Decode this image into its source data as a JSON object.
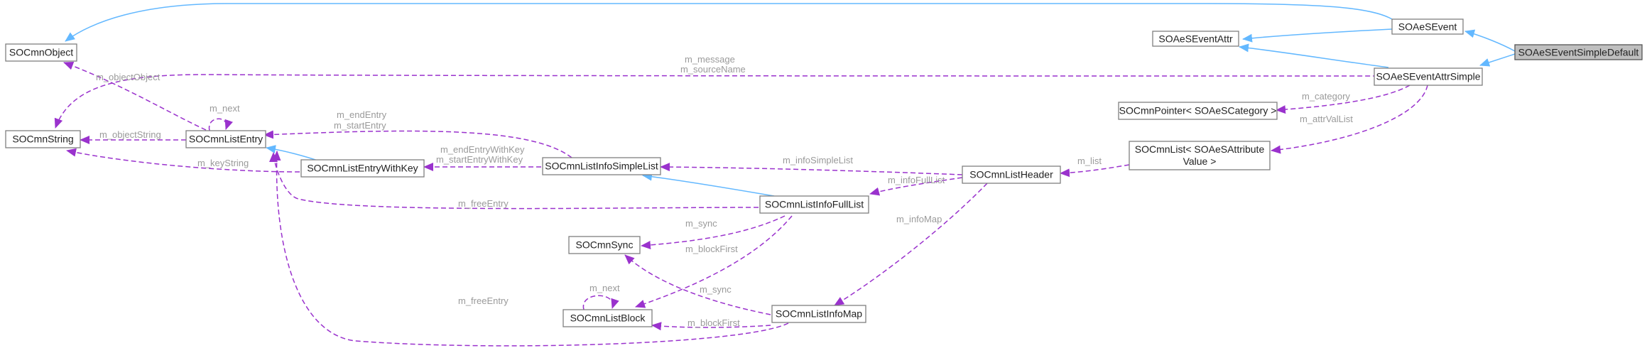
{
  "diagram": {
    "nodes": {
      "SOAeSEventSimpleDefault": "SOAeSEventSimpleDefault",
      "SOAeSEvent": "SOAeSEvent",
      "SOAeSEventAttr": "SOAeSEventAttr",
      "SOAeSEventAttrSimple": "SOAeSEventAttrSimple",
      "SOCmnObject": "SOCmnObject",
      "SOCmnString": "SOCmnString",
      "SOCmnListEntry": "SOCmnListEntry",
      "SOCmnListEntryWithKey": "SOCmnListEntryWithKey",
      "SOCmnListInfoSimpleList": "SOCmnListInfoSimpleList",
      "SOCmnListInfoFullList": "SOCmnListInfoFullList",
      "SOCmnSync": "SOCmnSync",
      "SOCmnListBlock": "SOCmnListBlock",
      "SOCmnListInfoMap": "SOCmnListInfoMap",
      "SOCmnListHeader": "SOCmnListHeader",
      "SOCmnPointerCategory": "SOCmnPointer< SOAeSCategory >",
      "SOCmnListAttrValue_1": "SOCmnList< SOAeSAttribute",
      "SOCmnListAttrValue_2": "Value >"
    },
    "labels": {
      "m_message": "m_message",
      "m_sourceName": "m_sourceName",
      "m_objectObject": "m_objectObject",
      "m_next_entry": "m_next",
      "m_endEntry": "m_endEntry",
      "m_startEntry": "m_startEntry",
      "m_objectString": "m_objectString",
      "m_endEntryWithKey": "m_endEntryWithKey",
      "m_startEntryWithKey": "m_startEntryWithKey",
      "m_keyString": "m_keyString",
      "m_infoSimpleList": "m_infoSimpleList",
      "m_freeEntry_full": "m_freeEntry",
      "m_infoFullList": "m_infoFullList",
      "m_list": "m_list",
      "m_category": "m_category",
      "m_attrValList": "m_attrValList",
      "m_sync_full": "m_sync",
      "m_blockFirst_full": "m_blockFirst",
      "m_infoMap": "m_infoMap",
      "m_next_block": "m_next",
      "m_sync_map": "m_sync",
      "m_freeEntry_map": "m_freeEntry",
      "m_blockFirst_map": "m_blockFirst"
    }
  }
}
